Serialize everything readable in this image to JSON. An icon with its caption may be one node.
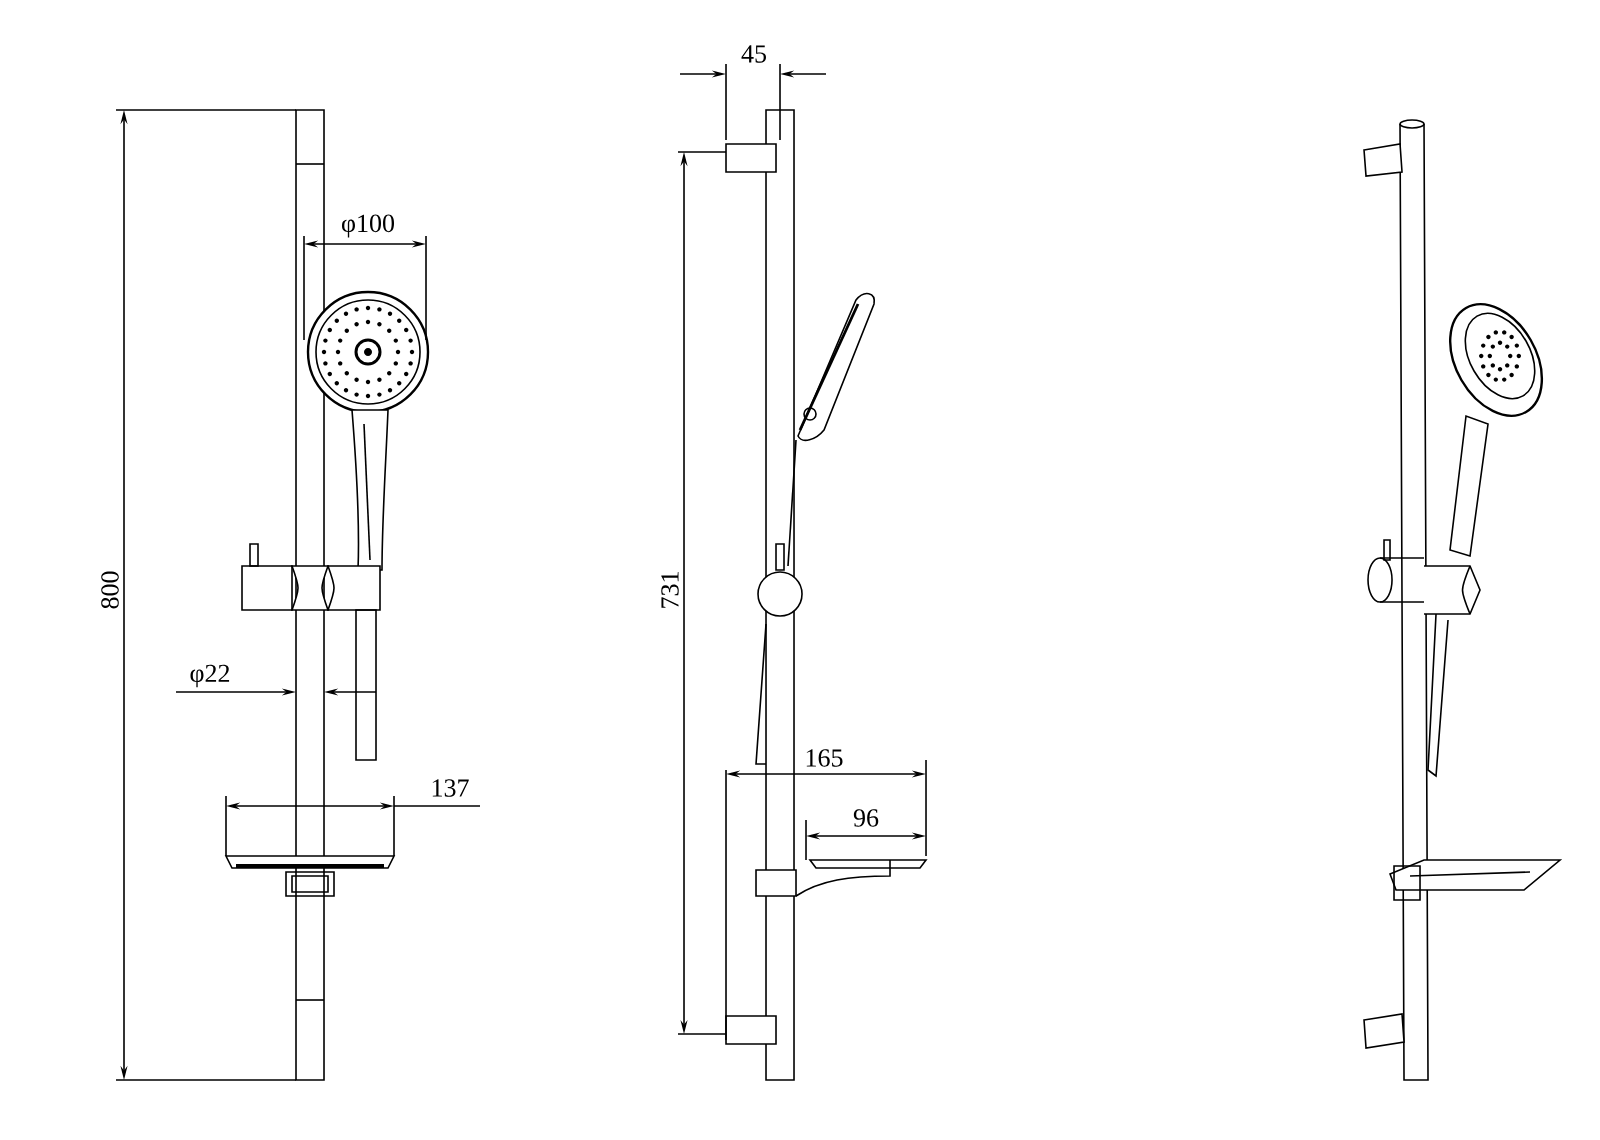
{
  "diagram": {
    "labels": [
      "45",
      "φ100",
      "800",
      "731",
      "φ22",
      "165",
      "137",
      "96"
    ]
  }
}
